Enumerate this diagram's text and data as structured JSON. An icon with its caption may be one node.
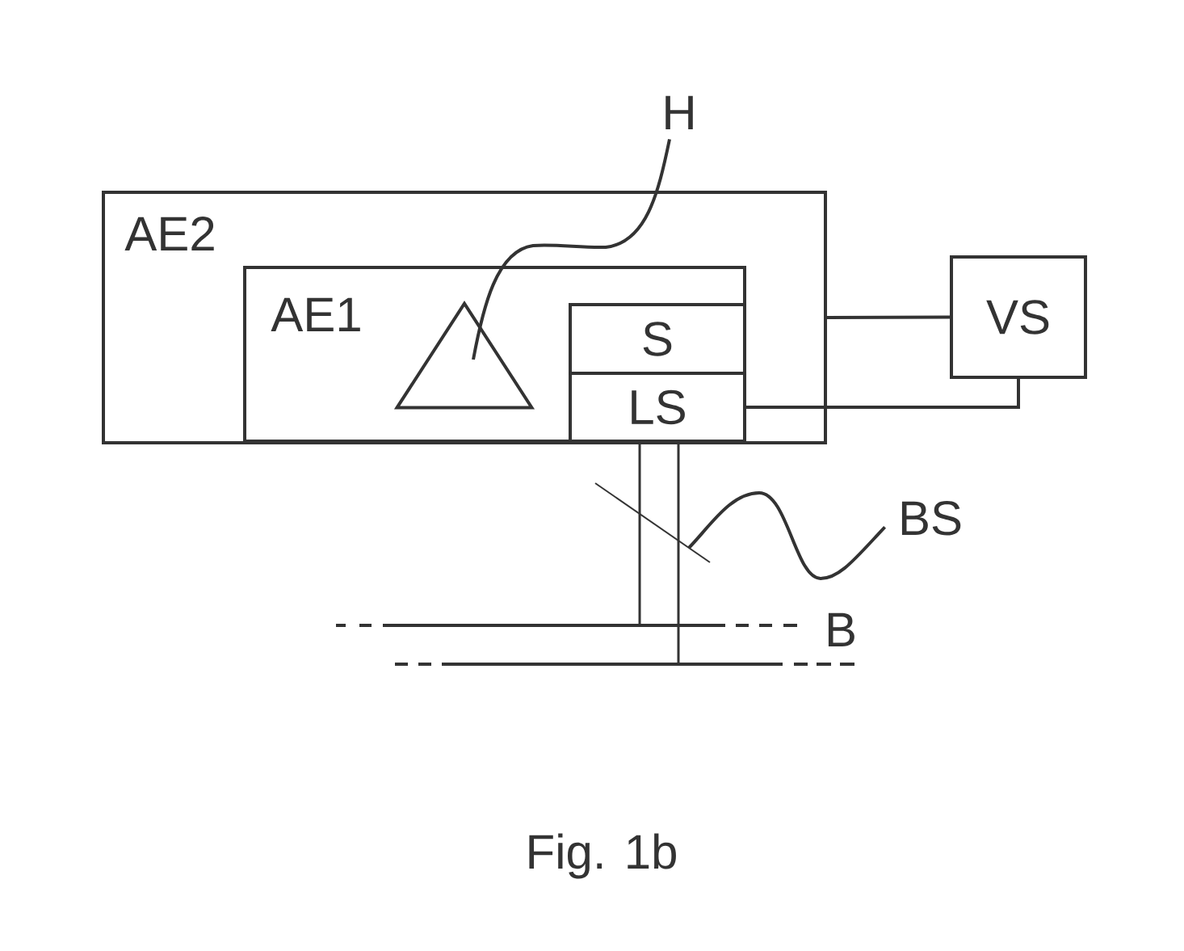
{
  "diagram": {
    "caption": "Fig. 1b",
    "nodes": [
      {
        "text": [
          "H"
        ]
      },
      {
        "text": [
          "AE2"
        ]
      },
      {
        "text": [
          "AE1"
        ],
        "in": 1
      },
      {
        "text": [],
        "shape": "triangle",
        "in": 2
      },
      {
        "text": [
          "S"
        ],
        "in": 2
      },
      {
        "text": [
          "LS"
        ],
        "in": 2
      },
      {
        "text": [
          "VS"
        ]
      },
      {
        "text": [
          "BS"
        ]
      },
      {
        "text": [],
        "shape": "line",
        "beside": [
          "B"
        ]
      },
      {
        "text": [],
        "shape": "line"
      }
    ],
    "edges": [
      {
        "from": 1,
        "to": 6,
        "arrow": "none"
      },
      {
        "from": 5,
        "to": 6,
        "arrow": "none"
      },
      {
        "from": 5,
        "to": 8,
        "arrow": "none"
      },
      {
        "from": 5,
        "to": 9,
        "arrow": "none"
      },
      {
        "from": 0,
        "to": 3,
        "arrow": "none"
      },
      {
        "from": 7,
        "to": null,
        "arrow": "none"
      }
    ]
  }
}
